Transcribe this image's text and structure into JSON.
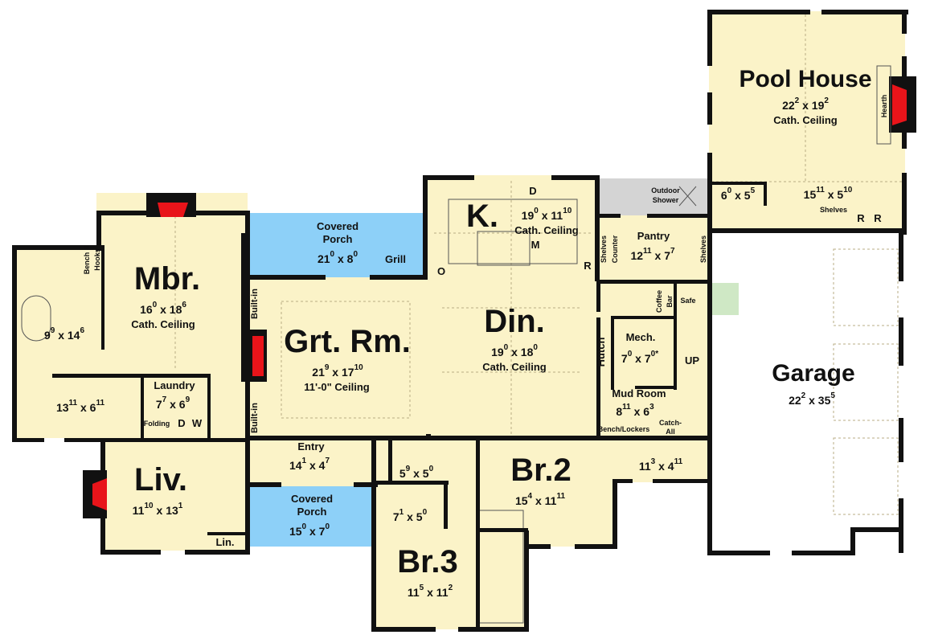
{
  "colors": {
    "room": "#fbf3c8",
    "wall": "#111111",
    "porch": "#8dd0f8",
    "fireplace": "#e8141a",
    "outdoor_shower": "#d4d4d4",
    "garage": "#ffffff"
  },
  "rooms": {
    "pool_house": {
      "name": "Pool House",
      "dim": {
        "w": "22",
        "wi": "2",
        "h": "19",
        "hi": "2"
      },
      "note": "Cath. Ceiling",
      "hearth": "Hearth"
    },
    "pool_bath": {
      "dim": {
        "w": "6",
        "wi": "0",
        "h": "5",
        "hi": "5"
      }
    },
    "pool_kitchen": {
      "dim": {
        "w": "15",
        "wi": "11",
        "h": "5",
        "hi": "10"
      },
      "shelves": "Shelves",
      "r1": "R",
      "r2": "R"
    },
    "outdoor_shower": {
      "name1": "Outdoor",
      "name2": "Shower"
    },
    "kitchen": {
      "name": "K.",
      "dim": {
        "w": "19",
        "wi": "0",
        "h": "11",
        "hi": "10"
      },
      "note": "Cath. Ceiling",
      "d": "D",
      "m": "M",
      "r": "R",
      "o": "O"
    },
    "pantry": {
      "name": "Pantry",
      "dim": {
        "w": "12",
        "wi": "11",
        "h": "7",
        "hi": "7"
      },
      "shelves": "Shelves",
      "counter": "Counter",
      "shelves2": "Shelves",
      "coffee1": "Coffee",
      "coffee2": "Bar",
      "safe": "Safe"
    },
    "covered_porch_rear": {
      "name1": "Covered",
      "name2": "Porch",
      "dim": {
        "w": "21",
        "wi": "0",
        "h": "8",
        "hi": "0"
      },
      "grill": "Grill"
    },
    "master_bedroom": {
      "name": "Mbr.",
      "dim": {
        "w": "16",
        "wi": "0",
        "h": "18",
        "hi": "6"
      },
      "note": "Cath. Ceiling"
    },
    "master_bath": {
      "dim": {
        "w": "9",
        "wi": "9",
        "h": "14",
        "hi": "6"
      },
      "bench1": "Bench &",
      "bench2": "Hooks"
    },
    "great_room": {
      "name": "Grt. Rm.",
      "dim": {
        "w": "21",
        "wi": "9",
        "h": "17",
        "hi": "10"
      },
      "note": "11'-0\" Ceiling",
      "builtin1": "Built-in",
      "builtin2": "Built-in"
    },
    "dining": {
      "name": "Din.",
      "dim": {
        "w": "19",
        "wi": "0",
        "h": "18",
        "hi": "0"
      },
      "note": "Cath. Ceiling",
      "hutch": "Hutch"
    },
    "mech": {
      "name": "Mech.",
      "dim": {
        "w": "7",
        "wi": "0",
        "h": "7",
        "hi": "0*"
      },
      "up": "UP"
    },
    "mud_room": {
      "name": "Mud Room",
      "dim": {
        "w": "8",
        "wi": "11",
        "h": "6",
        "hi": "3"
      },
      "bench": "Bench/Lockers",
      "catch1": "Catch-",
      "catch2": "All"
    },
    "garage": {
      "name": "Garage",
      "dim": {
        "w": "22",
        "wi": "2",
        "h": "35",
        "hi": "5"
      }
    },
    "closet_master": {
      "dim": {
        "w": "13",
        "wi": "11",
        "h": "6",
        "hi": "11"
      }
    },
    "laundry": {
      "name": "Laundry",
      "dim": {
        "w": "7",
        "wi": "7",
        "h": "6",
        "hi": "9"
      },
      "folding": "Folding",
      "d": "D",
      "w": "W"
    },
    "living": {
      "name": "Liv.",
      "dim": {
        "w": "11",
        "wi": "10",
        "h": "13",
        "hi": "1"
      },
      "linen": "Lin."
    },
    "entry": {
      "name": "Entry",
      "dim": {
        "w": "14",
        "wi": "1",
        "h": "4",
        "hi": "7"
      }
    },
    "covered_porch_front": {
      "name1": "Covered",
      "name2": "Porch",
      "dim": {
        "w": "15",
        "wi": "0",
        "h": "7",
        "hi": "0"
      }
    },
    "hall_bath": {
      "dim": {
        "w": "5",
        "wi": "9",
        "h": "5",
        "hi": "0"
      }
    },
    "closet_br3": {
      "dim": {
        "w": "7",
        "wi": "1",
        "h": "5",
        "hi": "0"
      }
    },
    "bedroom2": {
      "name": "Br.2",
      "dim": {
        "w": "15",
        "wi": "4",
        "h": "11",
        "hi": "11"
      }
    },
    "closet_br2": {
      "dim": {
        "w": "11",
        "wi": "3",
        "h": "4",
        "hi": "11"
      }
    },
    "bedroom3": {
      "name": "Br.3",
      "dim": {
        "w": "11",
        "wi": "5",
        "h": "11",
        "hi": "2"
      }
    }
  },
  "dim_separator": "x"
}
